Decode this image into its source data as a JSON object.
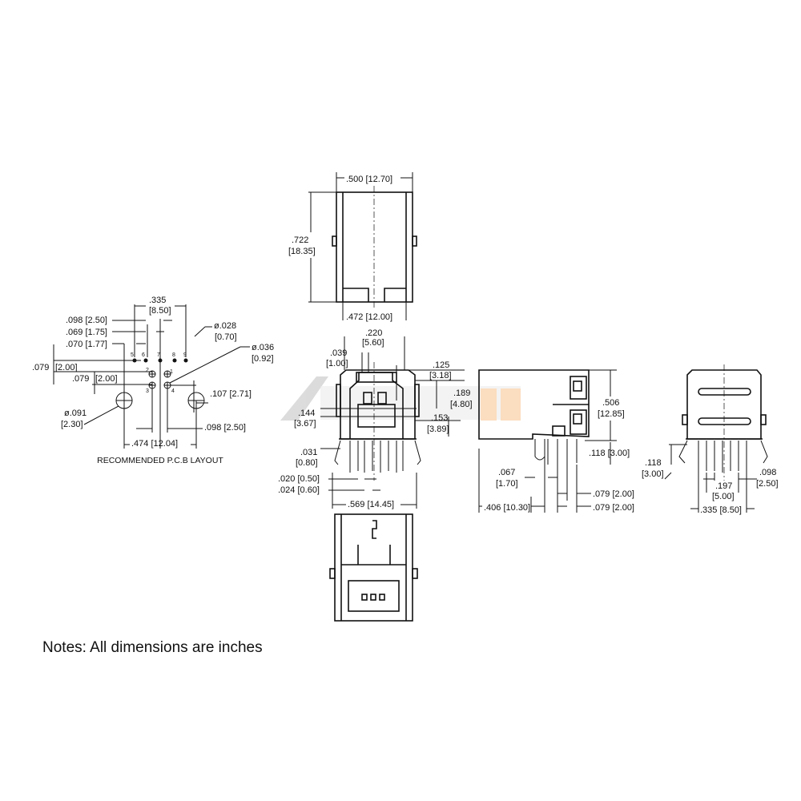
{
  "pcb": {
    "d335": ".335",
    "d335mm": "[8.50]",
    "d098": ".098 [2.50]",
    "d069": ".069 [1.75]",
    "d070": ".070 [1.77]",
    "dia028": "ø.028",
    "dia028mm": "[0.70]",
    "dia036": "ø.036",
    "dia036mm": "[0.92]",
    "d079a": ".079",
    "d079amm": "[2.00]",
    "d079b": ".079",
    "d079bmm": "[2.00]",
    "d107": ".107 [2.71]",
    "dia091": "ø.091",
    "dia091mm": "[2.30]",
    "d098b": ".098 [2.50]",
    "d474": ".474 [12.04]",
    "title": "RECOMMENDED P.C.B LAYOUT",
    "pins": [
      "1",
      "2",
      "3",
      "4",
      "5",
      "6",
      "7",
      "8",
      "9"
    ]
  },
  "top_view": {
    "width": ".500 [12.70]",
    "height": ".722",
    "height_mm": "[18.35]",
    "inner": ".472 [12.00]"
  },
  "front_view": {
    "d220": ".220",
    "d220mm": "[5.60]",
    "d039": ".039",
    "d039mm": "[1.00]",
    "d125": ".125",
    "d125mm": "[3.18]",
    "d189": ".189",
    "d189mm": "[4.80]",
    "d144": ".144",
    "d144mm": "[3.67]",
    "d153": ".153",
    "d153mm": "[3.89]",
    "d031": ".031",
    "d031mm": "[0.80]",
    "d020": ".020 [0.50]",
    "d024": ".024 [0.60]",
    "d569": ".569 [14.45]"
  },
  "side_view": {
    "d506": ".506",
    "d506mm": "[12.85]",
    "d118": ".118 [3.00]",
    "d067": ".067",
    "d067mm": "[1.70]",
    "d079a": ".079 [2.00]",
    "d079b": ".079 [2.00]",
    "d406": ".406 [10.30]"
  },
  "rear_view": {
    "d118": ".118",
    "d118mm": "[3.00]",
    "d098": ".098",
    "d098mm": "[2.50]",
    "d197": ".197",
    "d197mm": "[5.00]",
    "d335": ".335 [8.50]"
  },
  "notes": "Notes: All dimensions are inches",
  "colors": {
    "line": "#111111",
    "watermark_orange": "#f5a04a",
    "watermark_gray": "#9a9a9a"
  }
}
